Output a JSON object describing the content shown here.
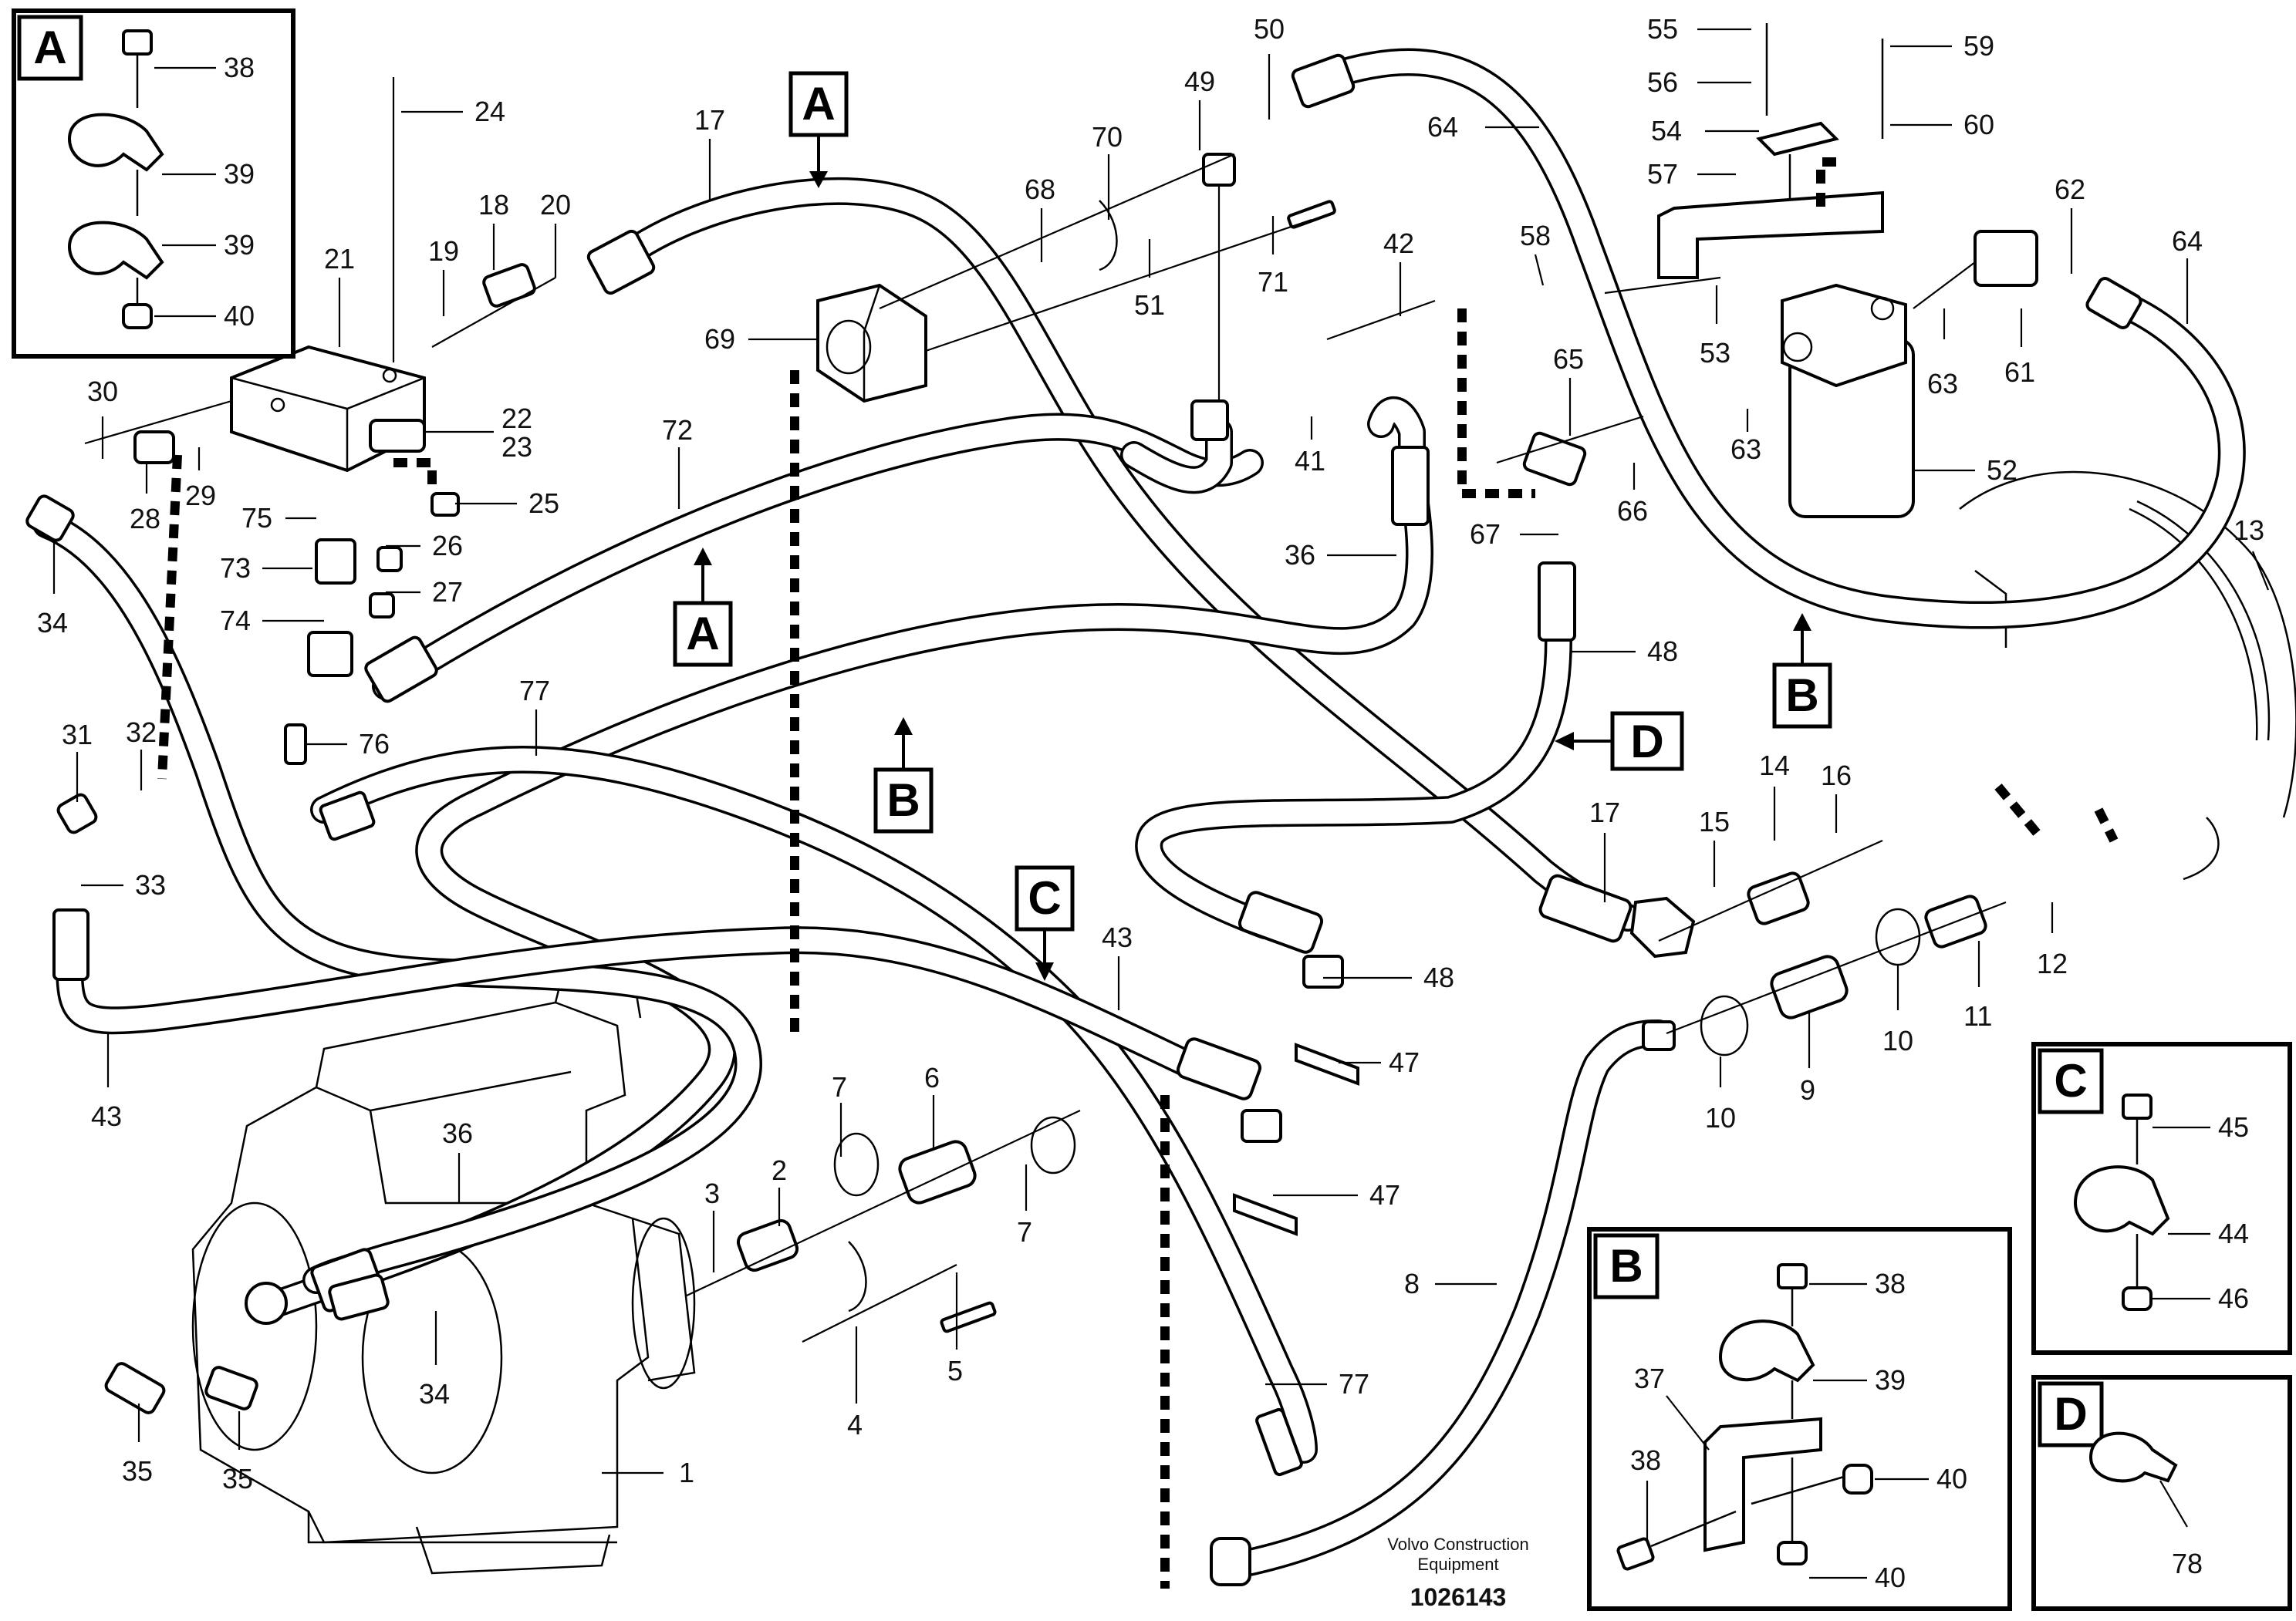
{
  "labels": {
    "p1": "1",
    "p2": "2",
    "p3": "3",
    "p4": "4",
    "p5": "5",
    "p6": "6",
    "p7a": "7",
    "p7b": "7",
    "p8": "8",
    "p9": "9",
    "p10a": "10",
    "p10b": "10",
    "p11": "11",
    "p12": "12",
    "p13": "13",
    "p14": "14",
    "p15": "15",
    "p16": "16",
    "p17a": "17",
    "p17b": "17",
    "p18": "18",
    "p19": "19",
    "p20": "20",
    "p21": "21",
    "p22": "22",
    "p23": "23",
    "p24": "24",
    "p25": "25",
    "p26": "26",
    "p27": "27",
    "p28": "28",
    "p29": "29",
    "p30": "30",
    "p31": "31",
    "p32": "32",
    "p33": "33",
    "p34a": "34",
    "p34b": "34",
    "p35a": "35",
    "p35b": "35",
    "p36a": "36",
    "p36b": "36",
    "p41": "41",
    "p42": "42",
    "p43a": "43",
    "p43b": "43",
    "p47a": "47",
    "p47b": "47",
    "p48a": "48",
    "p48b": "48",
    "p49": "49",
    "p50": "50",
    "p51": "51",
    "p52": "52",
    "p53": "53",
    "p54": "54",
    "p55": "55",
    "p56": "56",
    "p57": "57",
    "p58": "58",
    "p59": "59",
    "p60": "60",
    "p61": "61",
    "p62": "62",
    "p63a": "63",
    "p63b": "63",
    "p64a": "64",
    "p64b": "64",
    "p65": "65",
    "p66": "66",
    "p67": "67",
    "p68": "68",
    "p69": "69",
    "p70": "70",
    "p71": "71",
    "p72": "72",
    "p73": "73",
    "p74": "74",
    "p75": "75",
    "p76": "76",
    "p77a": "77",
    "p77b": "77"
  },
  "callouts": {
    "hose17": "A",
    "hose72": "A",
    "hose77": "B",
    "hose64": "B",
    "hose43": "C",
    "hose48": "D"
  },
  "detail_A": {
    "letter": "A",
    "labels": [
      "38",
      "39",
      "39",
      "40"
    ]
  },
  "detail_B": {
    "letter": "B",
    "labels": [
      "38",
      "39",
      "37",
      "38",
      "40",
      "40"
    ]
  },
  "detail_C": {
    "letter": "C",
    "labels": [
      "45",
      "44",
      "46"
    ]
  },
  "detail_D": {
    "letter": "D",
    "labels": [
      "78"
    ]
  },
  "credit": {
    "line1": "Volvo Construction",
    "line2": "Equipment"
  },
  "doc_number": "1026143"
}
